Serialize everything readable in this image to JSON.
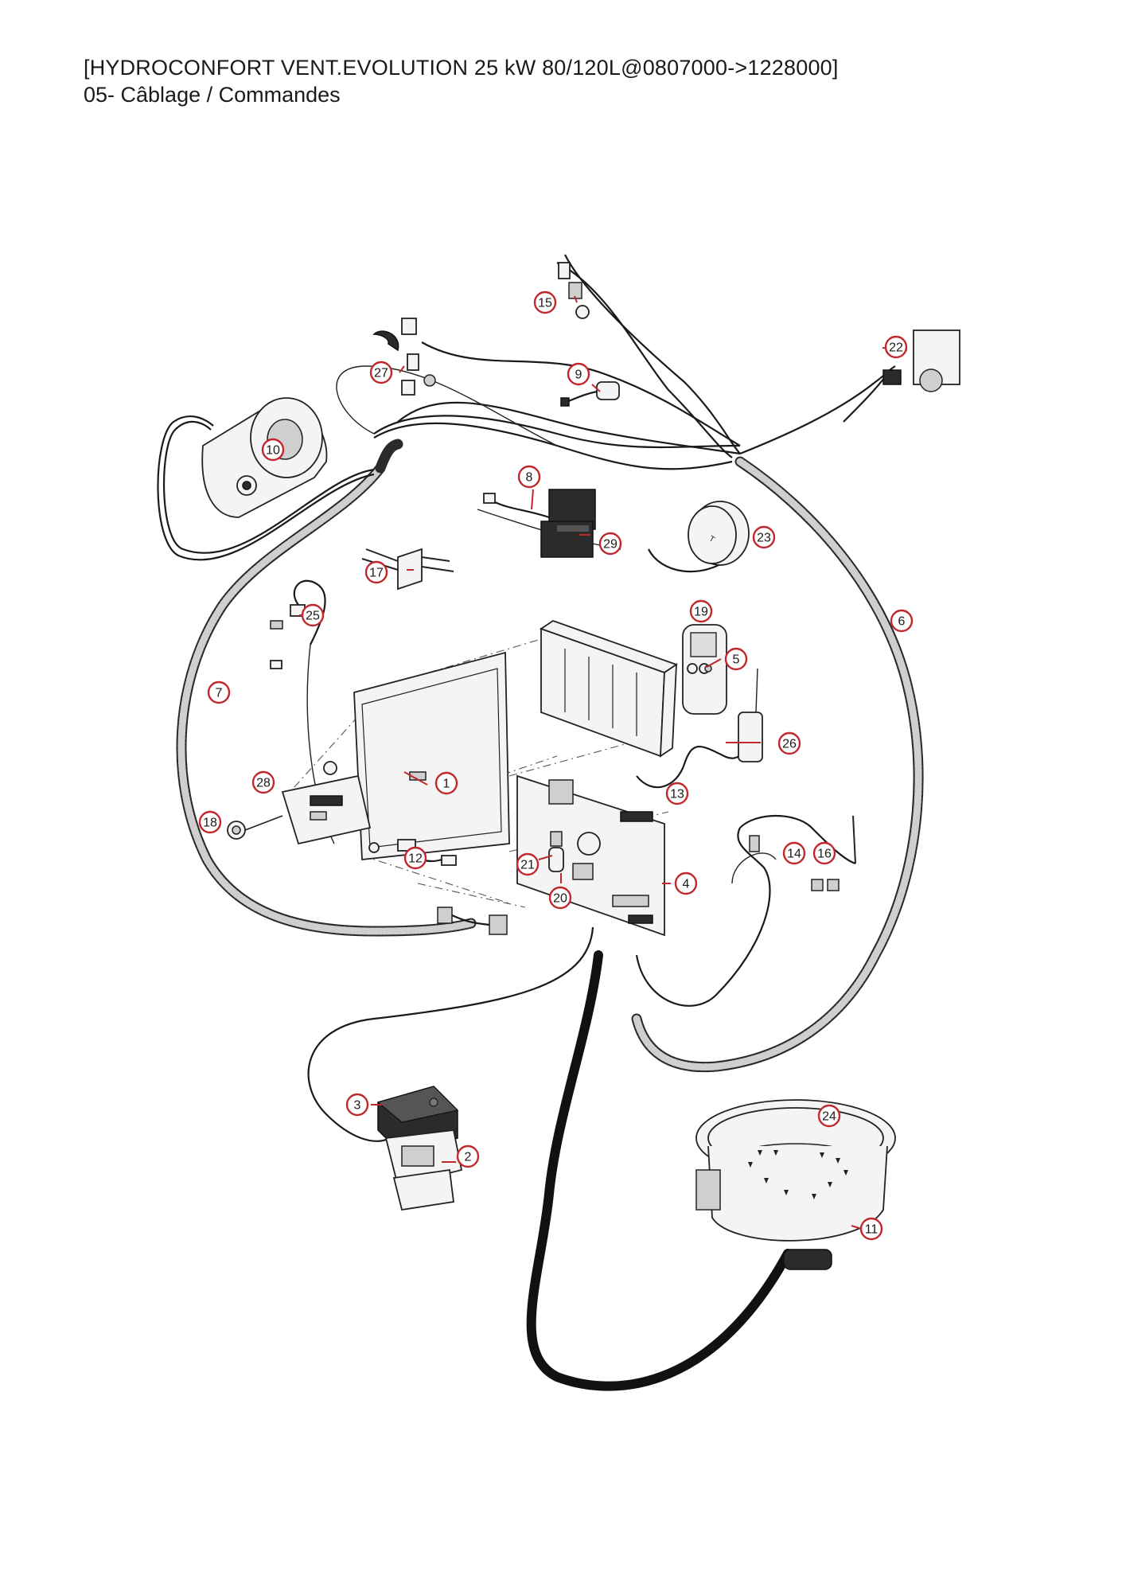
{
  "header": {
    "title": "[HYDROCONFORT VENT.EVOLUTION 25 kW 80/120L@0807000->1228000]",
    "subtitle": "05- Câblage / Commandes"
  },
  "callouts": [
    "1",
    "2",
    "3",
    "4",
    "5",
    "6",
    "7",
    "8",
    "9",
    "10",
    "11",
    "12",
    "13",
    "14",
    "15",
    "16",
    "17",
    "18",
    "19",
    "20",
    "21",
    "22",
    "23",
    "24",
    "25",
    "26",
    "27",
    "28",
    "29"
  ],
  "colors": {
    "callout_ring": "#c0282d",
    "line_art": "#1a1a1a",
    "background": "#ffffff"
  }
}
